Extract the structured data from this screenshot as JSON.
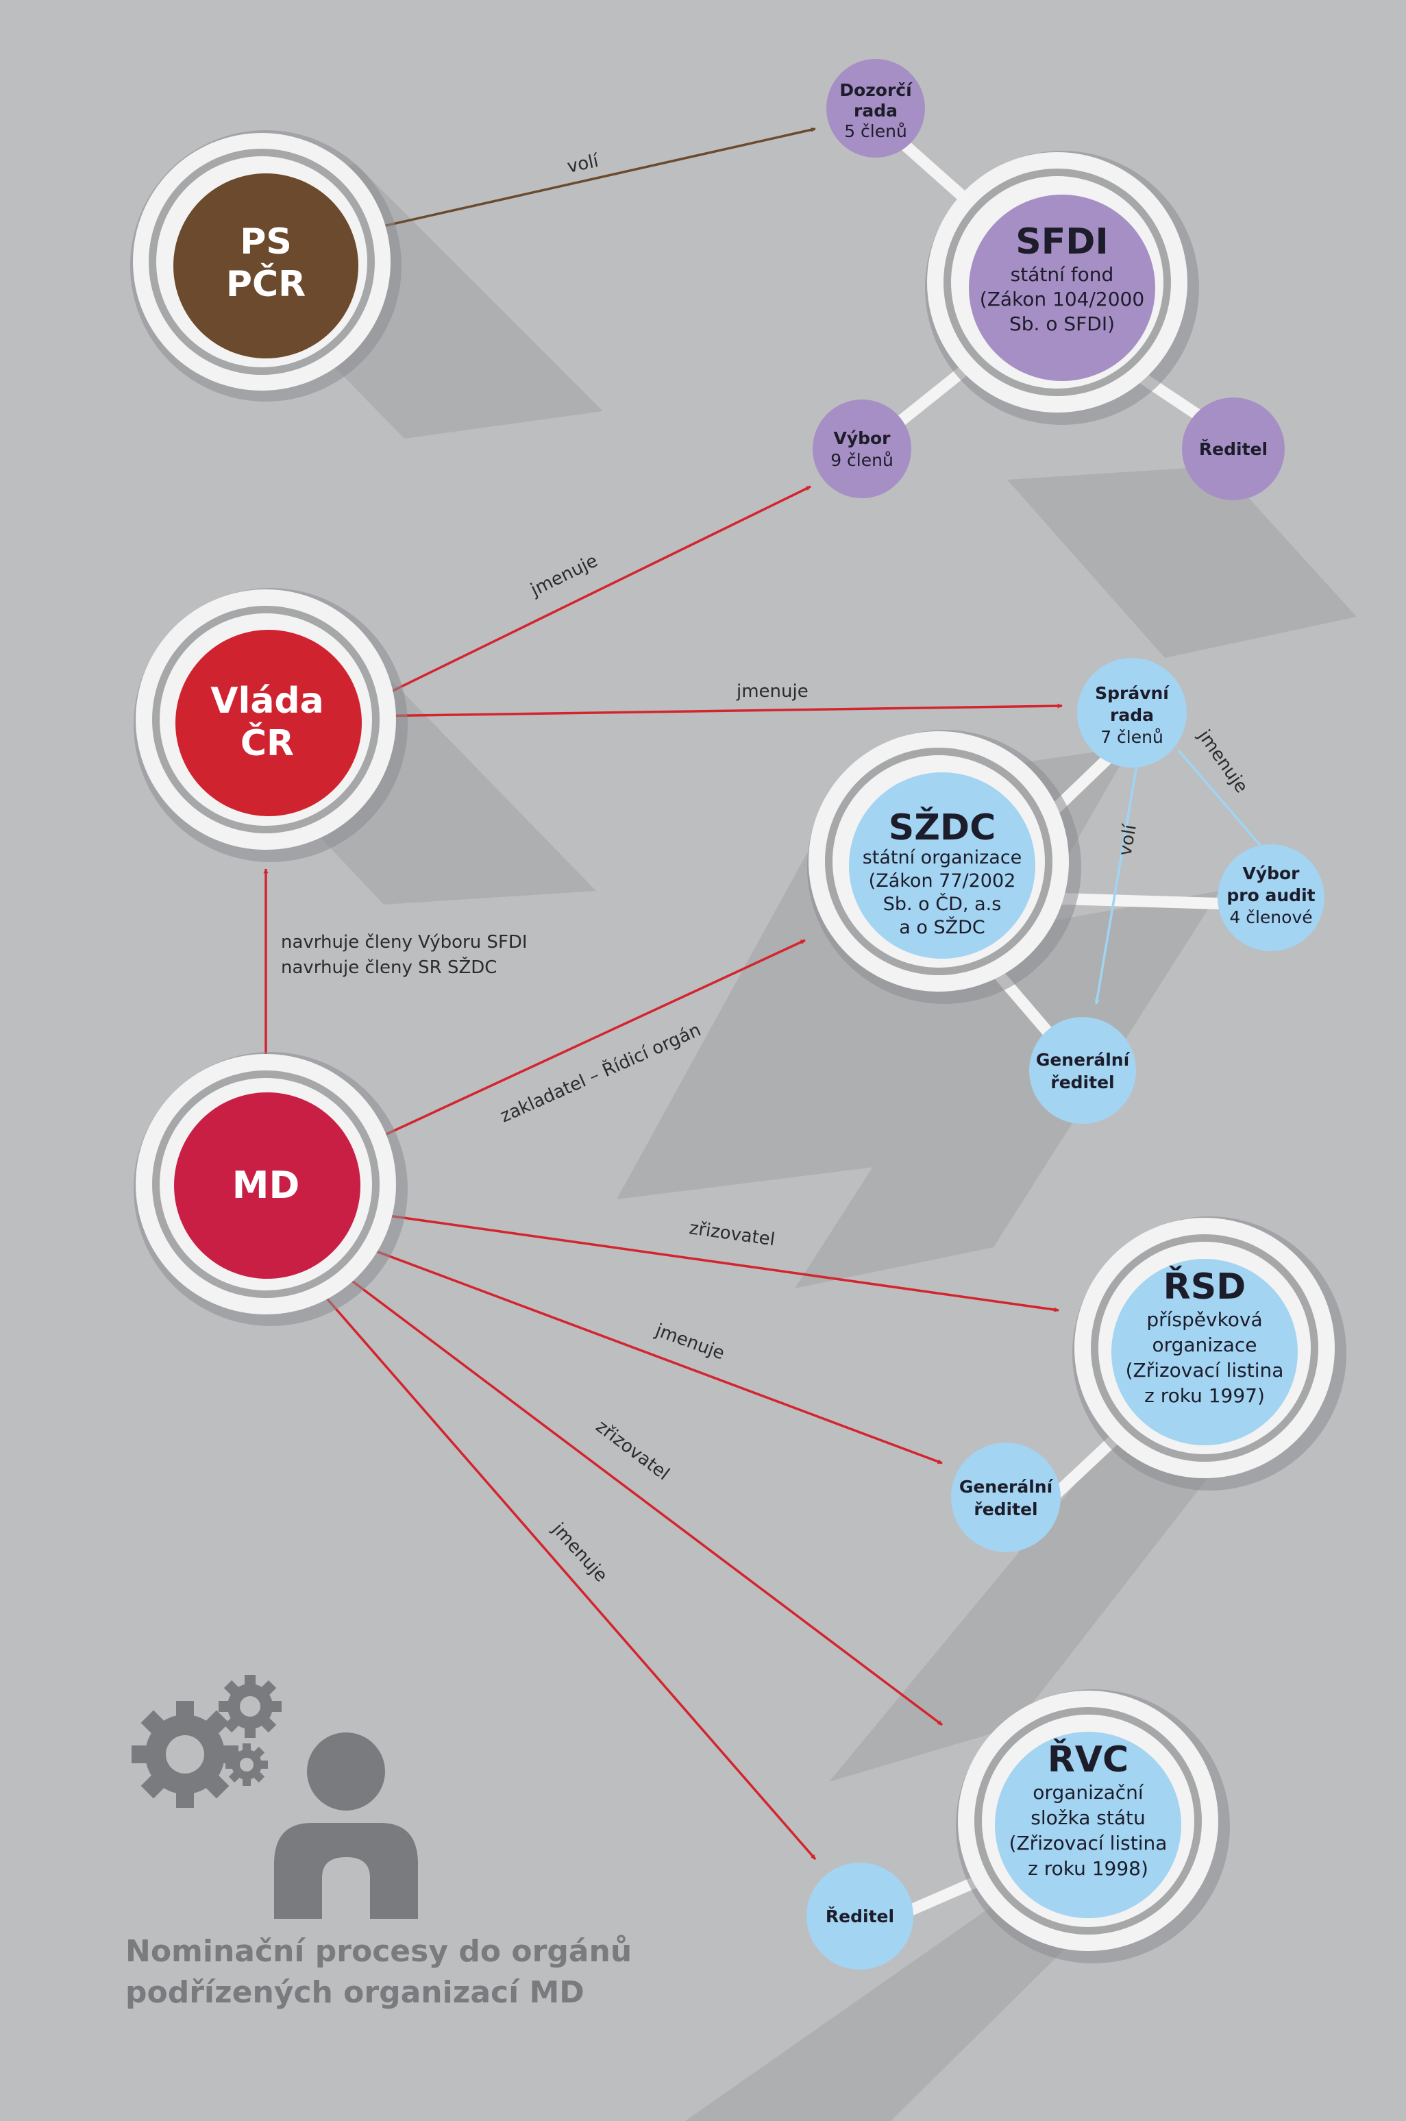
{
  "nodes": {
    "ps": {
      "line1": "PS",
      "line2": "PČR"
    },
    "vlada": {
      "line1": "Vláda",
      "line2": "ČR"
    },
    "md": {
      "line1": "MD"
    },
    "sfdi": {
      "title": "SFDI",
      "lines": [
        "státní fond",
        "(Zákon 104/2000",
        "Sb. o SFDI)"
      ]
    },
    "szdc": {
      "title": "SŽDC",
      "lines": [
        "státní organizace",
        "(Zákon 77/2002",
        "Sb. o ČD, a.s",
        "a o SŽDC"
      ]
    },
    "rsd": {
      "title": "ŘSD",
      "lines": [
        "příspěvková",
        "organizace",
        "(Zřizovací listina",
        "z roku 1997)"
      ]
    },
    "rvc": {
      "title": "ŘVC",
      "lines": [
        "organizační",
        "složka státu",
        "(Zřizovací listina",
        "z roku 1998)"
      ]
    },
    "dozorci": {
      "bold": [
        "Dozorčí",
        "rada"
      ],
      "reg": [
        "5 členů"
      ]
    },
    "vybor_sfdi": {
      "bold": [
        "Výbor"
      ],
      "reg": [
        "9 členů"
      ]
    },
    "reditel_sfdi": {
      "bold": [
        "Ředitel"
      ],
      "reg": []
    },
    "spravni": {
      "bold": [
        "Správní",
        "rada"
      ],
      "reg": [
        "7 členů"
      ]
    },
    "audit": {
      "bold": [
        "Výbor",
        "pro audit"
      ],
      "reg": [
        "4 členové"
      ]
    },
    "gen_szdc": {
      "bold": [
        "Generální",
        "ředitel"
      ],
      "reg": []
    },
    "gen_rsd": {
      "bold": [
        "Generální",
        "ředitel"
      ],
      "reg": []
    },
    "reditel_rvc": {
      "bold": [
        "Ředitel"
      ],
      "reg": []
    }
  },
  "edges": {
    "voli_ps": "volí",
    "jmenuje_vybor": "jmenuje",
    "jmenuje_spravni": "jmenuje",
    "navrhuje_1": "navrhuje členy Výboru SFDI",
    "navrhuje_2": "navrhuje členy SR SŽDC",
    "zakladatel": "zakladatel – Řídicí orgán",
    "zrizovatel_rsd": "zřizovatel",
    "jmenuje_gen_rsd": "jmenuje",
    "zrizovatel_rvc": "zřizovatel",
    "jmenuje_reditel_rvc": "jmenuje",
    "voli_sr": "volí",
    "jmenuje_audit": "jmenuje"
  },
  "footer": {
    "line1": "Nominační procesy do orgánů",
    "line2": "podřízených organizací MD"
  },
  "colors": {
    "background": "#bdbec0",
    "shadow": "#a9aaac",
    "brown": "#6b4a2d",
    "red_vlada": "#cf2430",
    "red_md": "#c91f45",
    "purple": "#a68fc4",
    "blue": "#a3d4f2",
    "red_arrow": "#d4242e",
    "brown_arrow": "#6b4a2d",
    "blue_arrow": "#9fd5f4",
    "icon_gray": "#7a7b7e"
  }
}
